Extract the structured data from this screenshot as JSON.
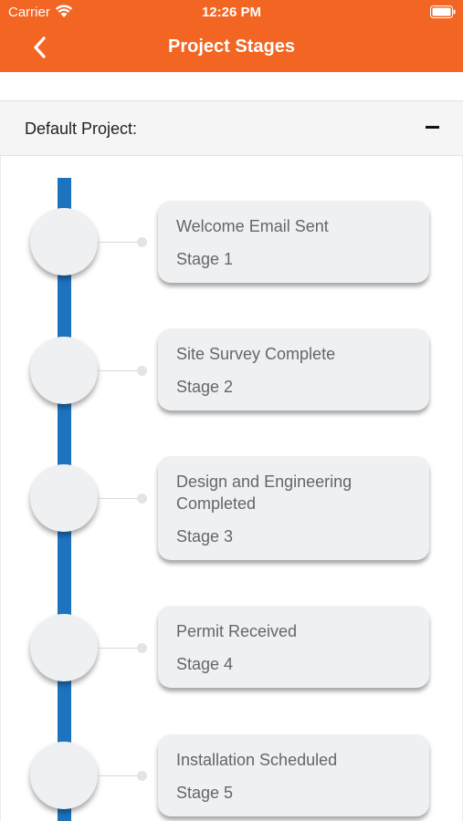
{
  "status_bar": {
    "carrier": "Carrier",
    "time": "12:26 PM"
  },
  "nav": {
    "title": "Project Stages"
  },
  "section": {
    "title": "Default Project:"
  },
  "stages": [
    {
      "title": "Welcome Email Sent",
      "stage": "Stage 1"
    },
    {
      "title": "Site Survey Complete",
      "stage": "Stage 2"
    },
    {
      "title": "Design and Engineering Completed",
      "stage": "Stage 3"
    },
    {
      "title": "Permit Received",
      "stage": "Stage 4"
    },
    {
      "title": "Installation Scheduled",
      "stage": "Stage 5"
    }
  ],
  "colors": {
    "header": "#f26522",
    "timeline": "#1e73be",
    "card": "#eef0f2"
  }
}
